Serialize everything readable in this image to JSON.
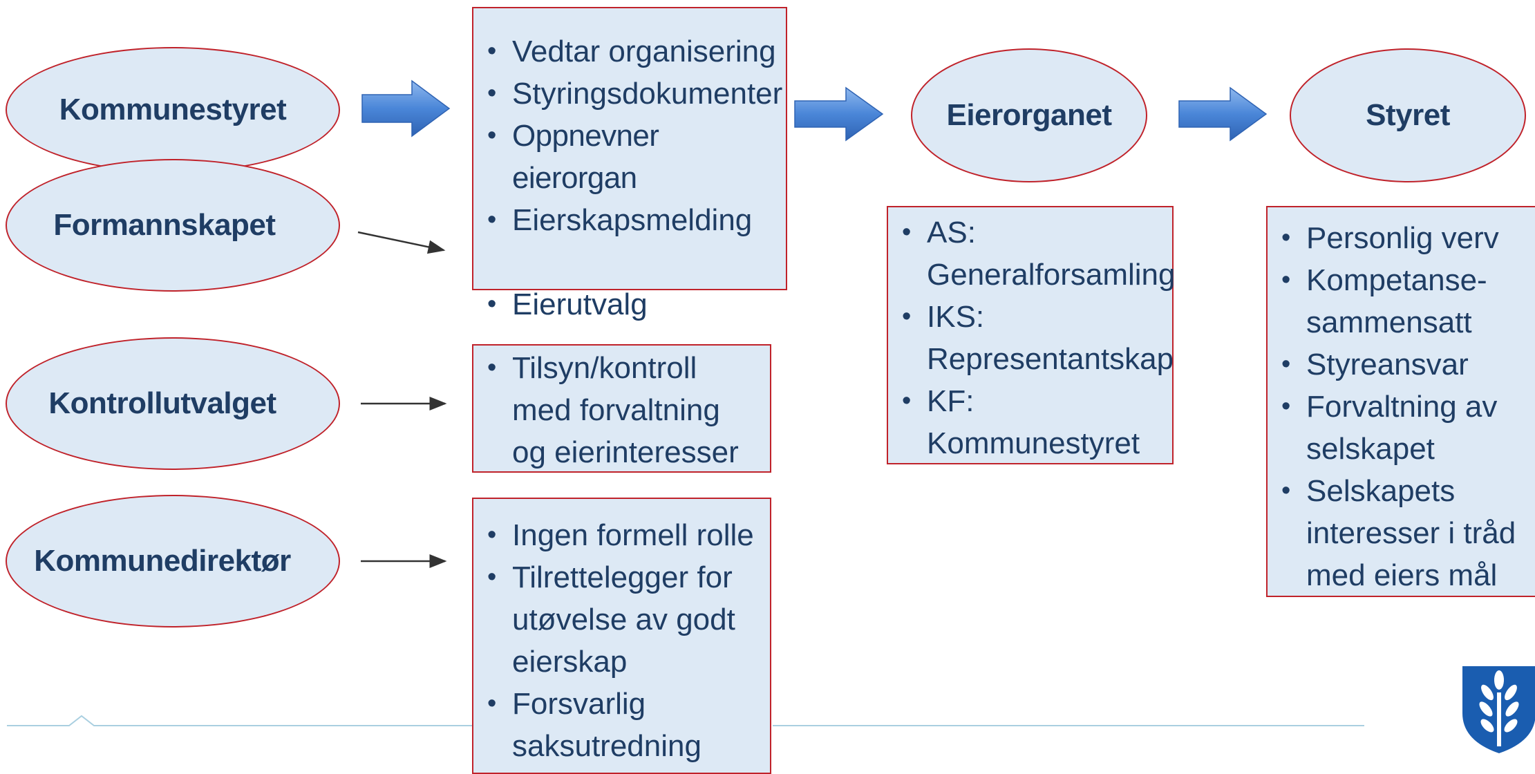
{
  "roles": [
    {
      "id": "kommunestyret",
      "label": "Kommunestyret"
    },
    {
      "id": "formannskapet",
      "label": "Formannskapet"
    },
    {
      "id": "kontrollutvalget",
      "label": "Kontrollutvalget"
    },
    {
      "id": "kommunedirektor",
      "label": "Kommunedirektør"
    },
    {
      "id": "eierorganet",
      "label": "Eierorganet"
    },
    {
      "id": "styret",
      "label": "Styret"
    }
  ],
  "boxes": {
    "kommunestyret": [
      "Vedtar organisering",
      "Styringsdokumenter",
      "Oppnevner eierorgan",
      "Eierskapsmelding",
      "Eierutvalg"
    ],
    "kontrollutvalget": [
      "Tilsyn/kontroll med forvaltning og eierinteresser"
    ],
    "kommunedirektor": [
      "Ingen formell rolle",
      "Tilrettelegger for utøvelse av godt eierskap",
      "Forsvarlig saksutredning"
    ],
    "eierorganet": [
      "AS: Generalforsamling",
      "IKS: Representantskap",
      "KF: Kommunestyret"
    ],
    "styret": [
      "Personlig verv",
      "Kompetanse-sammensatt",
      "Styreansvar",
      "Forvaltning av selskapet",
      "Selskapets interesser i tråd med eiers mål"
    ]
  },
  "colors": {
    "shape_fill": "#dde9f5",
    "shape_border": "#c0222a",
    "text": "#1f3d64",
    "block_arrow": "#4a86d8",
    "footer_line": "#a9cfe0",
    "logo": "#1a5db0"
  },
  "icons": {
    "logo": "municipal-coat-of-arms-icon",
    "block_arrow": "right-block-arrow-icon"
  }
}
